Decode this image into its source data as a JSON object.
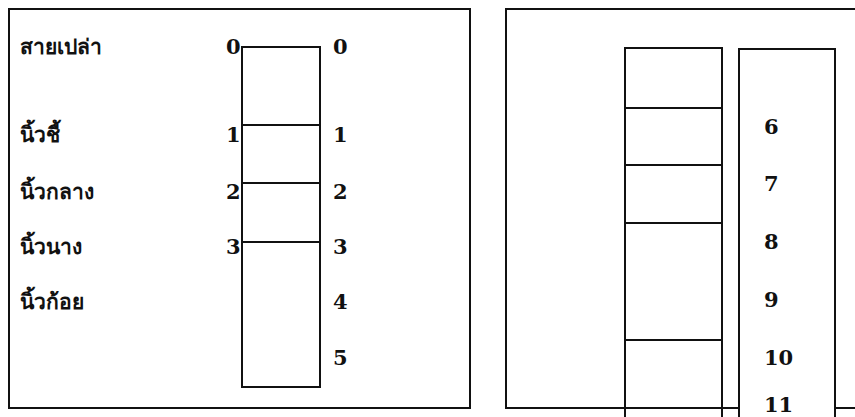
{
  "diagram": {
    "nodes": [
      {
        "text": [
          "6",
          "7",
          "8",
          "9",
          "10",
          "11"
        ]
      }
    ],
    "labels": [
      "สายเปล่า",
      "0",
      "0",
      "นิ้วชี้",
      "1",
      "1",
      "นิ้วกลาง",
      "2",
      "2",
      "นิ้วนาง",
      "3",
      "3",
      "นิ้วก้อย",
      "4",
      "5"
    ]
  }
}
